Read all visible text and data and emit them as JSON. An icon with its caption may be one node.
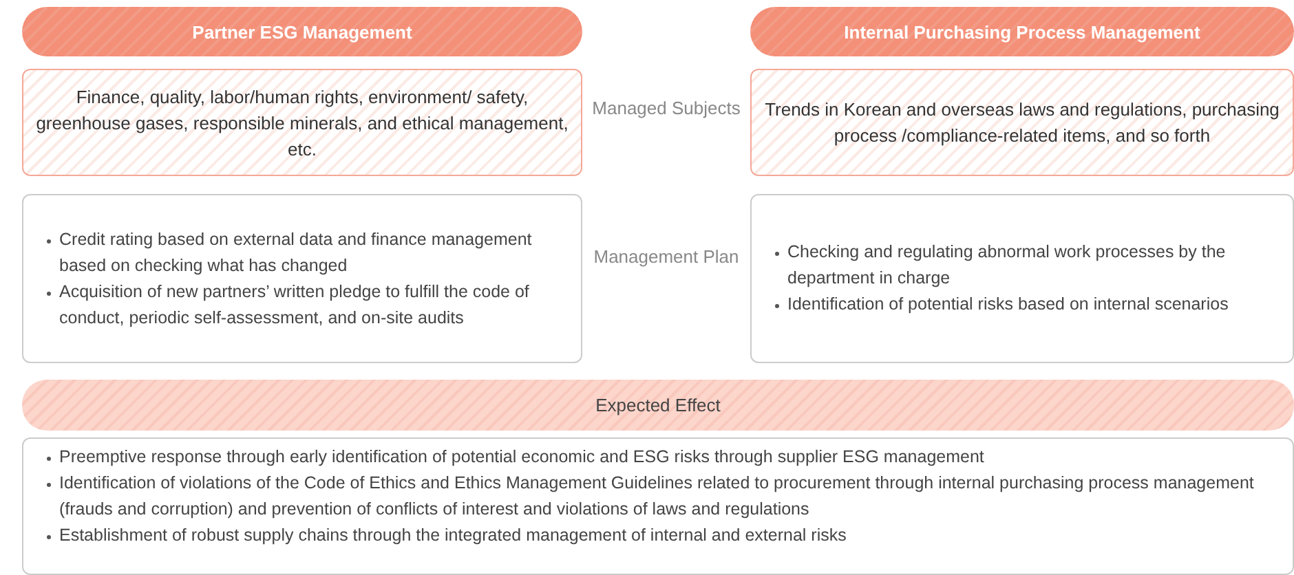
{
  "diagram": {
    "nodes": [
      {
        "text": [
          "Partner ESG Management"
        ]
      },
      {
        "text": [
          "Internal Purchasing Process Management"
        ]
      },
      {
        "text": [
          "Finance, quality, labor/human rights, environment/ safety, greenhouse gases, responsible minerals, and ethical management, etc."
        ]
      },
      {
        "text": [
          "Trends in Korean and overseas laws and regulations, purchasing process /compliance-related items, and so forth"
        ]
      },
      {
        "text": [
          "Credit rating based on external data and finance management based on checking what has changed",
          "Acquisition of new partners’ written pledge to fulfill the code of conduct, periodic self-assessment, and on-site audits"
        ]
      },
      {
        "text": [
          "Checking and regulating abnormal work processes by the department in charge",
          "Identification of potential risks based on internal scenarios"
        ]
      },
      {
        "text": [
          "Expected Effect"
        ]
      },
      {
        "text": [
          "Preemptive response through early identification of potential economic and ESG risks through supplier ESG management",
          "Identification of violations of the Code of Ethics and Ethics Management Guidelines related to procurement through internal purchasing process management (frauds and corruption) and prevention of conflicts of interest and violations of laws and regulations",
          "Establishment of robust supply chains through the integrated management of internal and external risks"
        ]
      }
    ],
    "edges": [],
    "labels": [
      "Managed Subjects",
      "Management Plan"
    ]
  }
}
